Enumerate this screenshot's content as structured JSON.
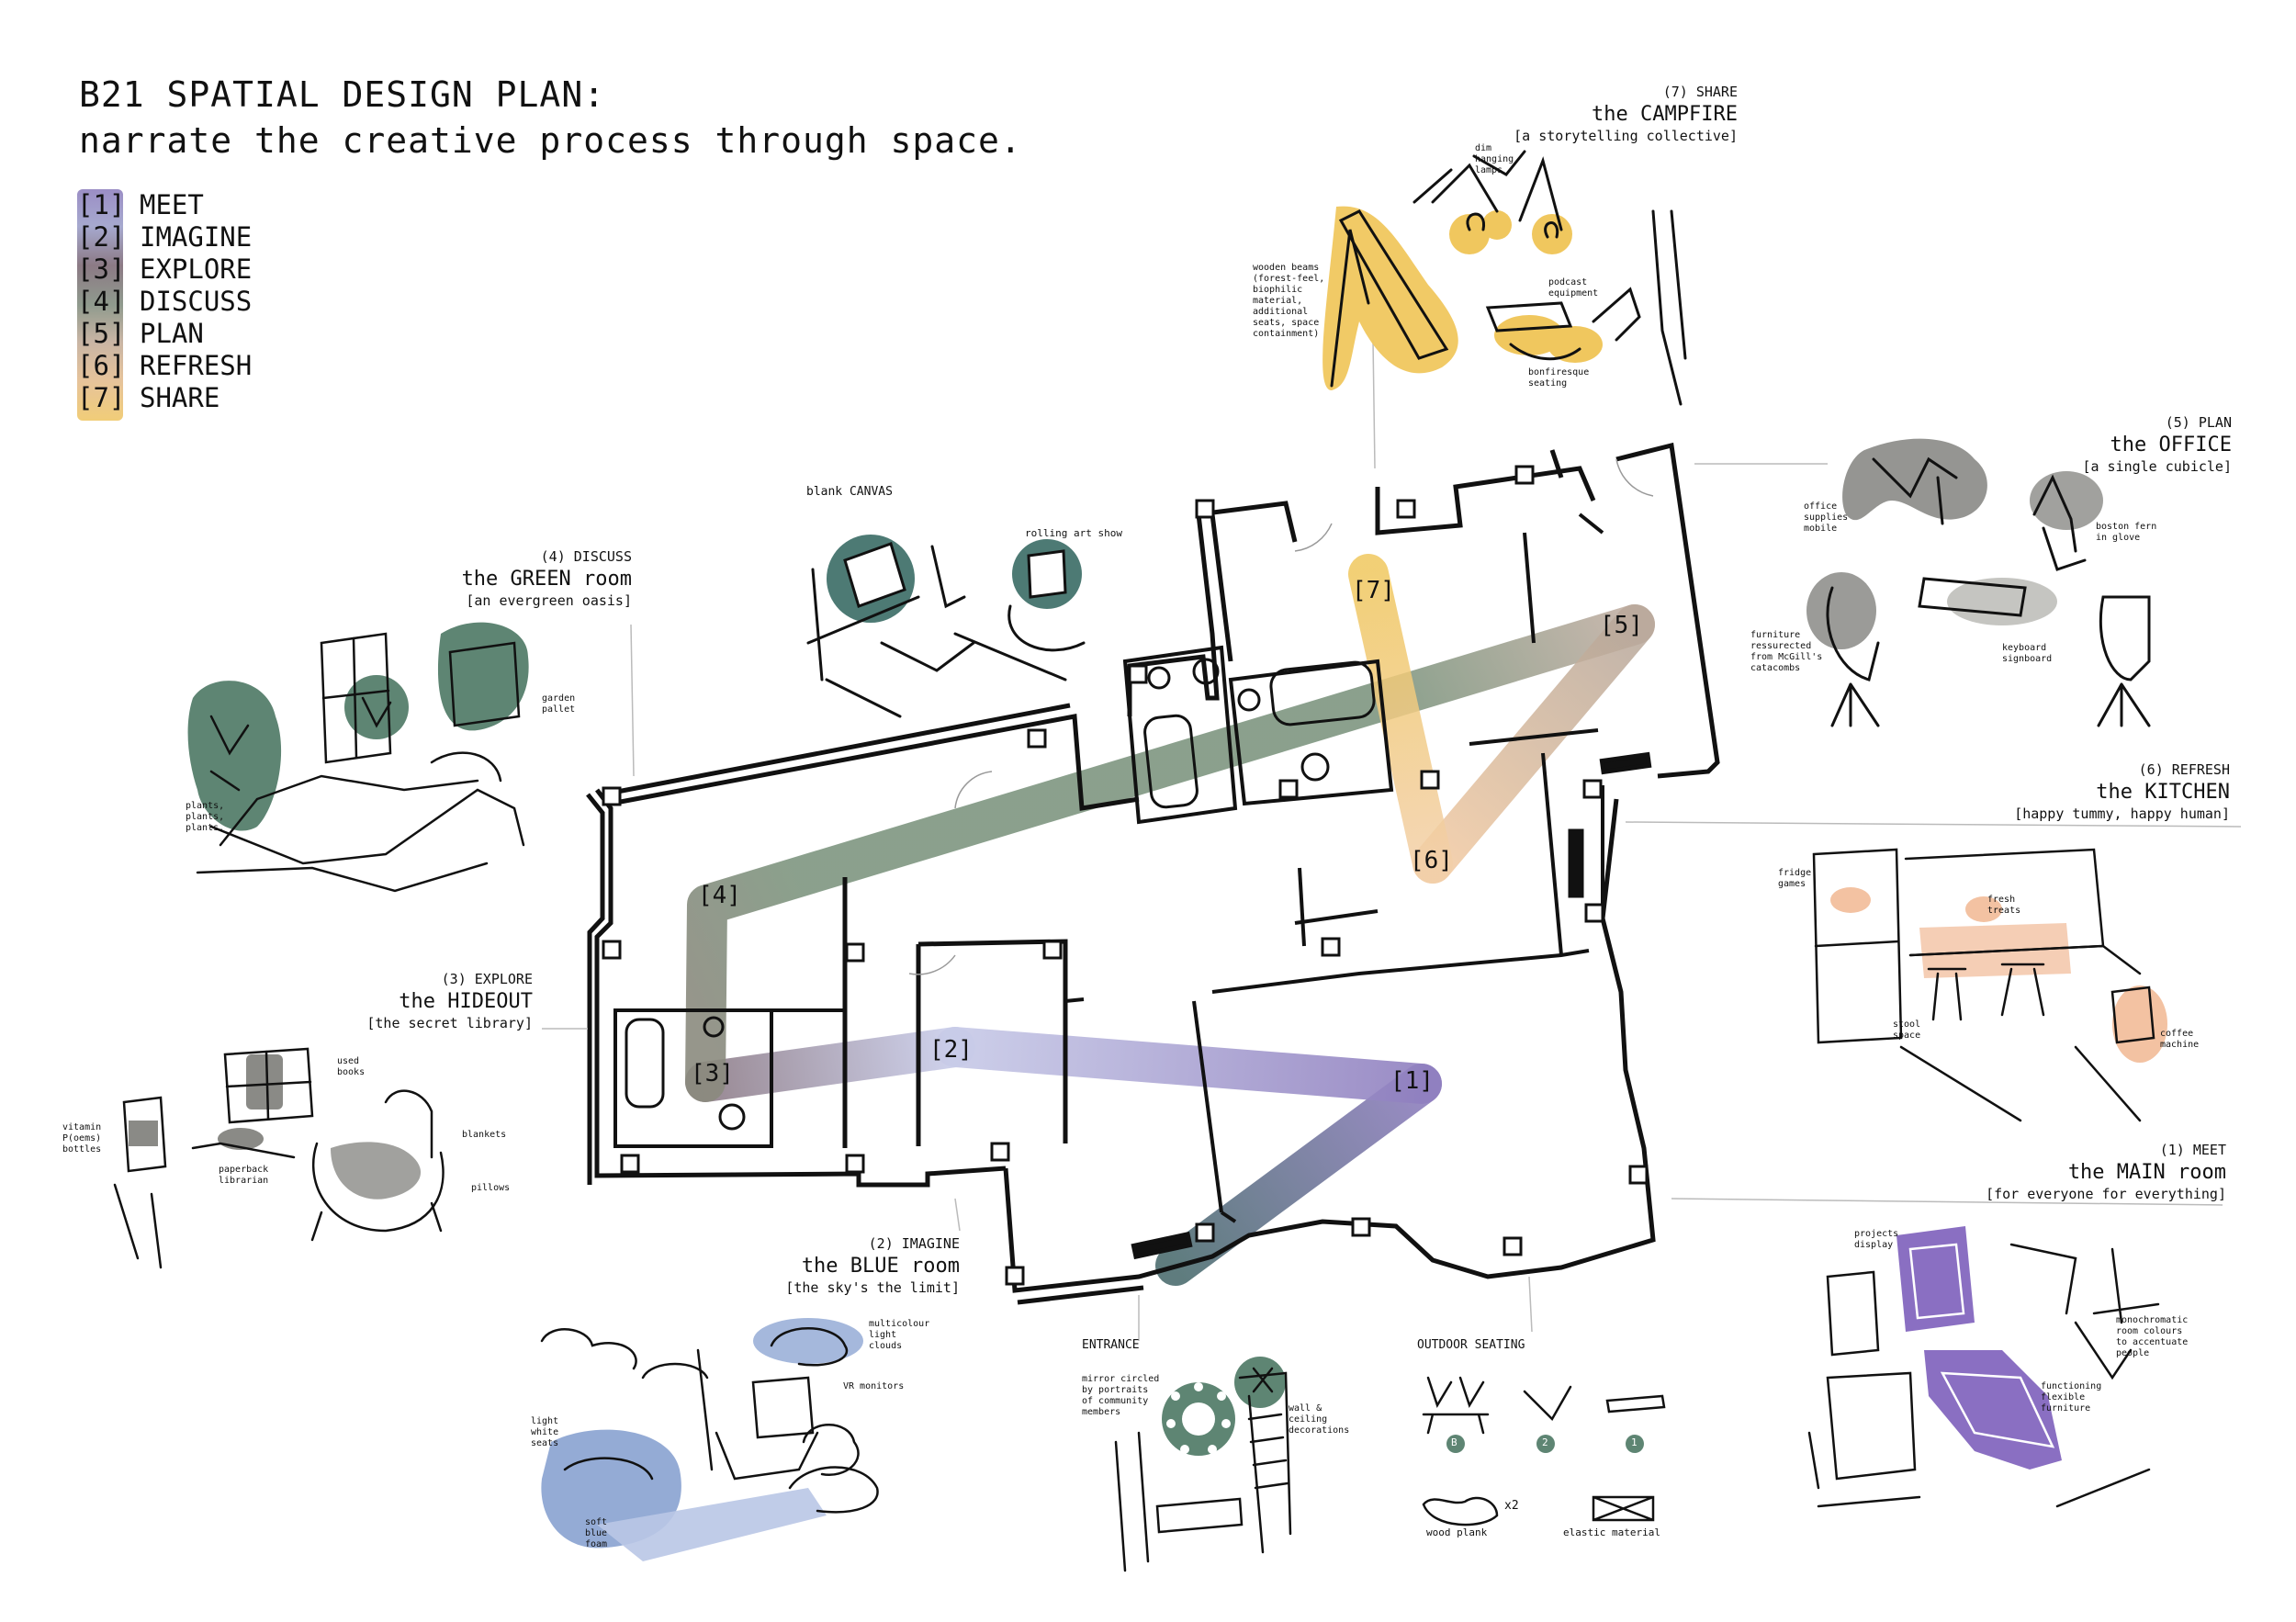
{
  "title": {
    "line1": "B21 SPATIAL DESIGN PLAN:",
    "line2": "narrate the creative process through space."
  },
  "legend": [
    {
      "num": "[1]",
      "label": "MEET",
      "color": "#9b8ec5"
    },
    {
      "num": "[2]",
      "label": "IMAGINE",
      "color": "#a6a9cf"
    },
    {
      "num": "[3]",
      "label": "EXPLORE",
      "color": "#9a8c94"
    },
    {
      "num": "[4]",
      "label": "DISCUSS",
      "color": "#8f9a8d"
    },
    {
      "num": "[5]",
      "label": "PLAN",
      "color": "#c9b5a4"
    },
    {
      "num": "[6]",
      "label": "REFRESH",
      "color": "#e6c39a"
    },
    {
      "num": "[7]",
      "label": "SHARE",
      "color": "#f1cd78"
    }
  ],
  "rooms": {
    "share": {
      "step": "(7) SHARE",
      "name": "the CAMPFIRE",
      "tagline": "[a storytelling collective]"
    },
    "plan": {
      "step": "(5) PLAN",
      "name": "the OFFICE",
      "tagline": "[a single cubicle]"
    },
    "discuss": {
      "step": "(4) DISCUSS",
      "name": "the GREEN room",
      "tagline": "[an evergreen oasis]"
    },
    "explore": {
      "step": "(3) EXPLORE",
      "name": "the HIDEOUT",
      "tagline": "[the secret library]"
    },
    "imagine": {
      "step": "(2) IMAGINE",
      "name": "the BLUE room",
      "tagline": "[the sky's the limit]"
    },
    "refresh": {
      "step": "(6) REFRESH",
      "name": "the KITCHEN",
      "tagline": "[happy tummy, happy human]"
    },
    "meet": {
      "step": "(1) MEET",
      "name": "the MAIN room",
      "tagline": "[for everyone for everything]"
    }
  },
  "captions": {
    "canvas": "blank CANVAS",
    "rolling": "rolling art show",
    "entrance": "ENTRANCE",
    "outdoor": "OUTDOOR SEATING",
    "wood_plank": "wood plank",
    "elastic": "elastic material",
    "x2": "x2",
    "seat_b": "B",
    "seat_2": "2",
    "seat_1": "1"
  },
  "notes": {
    "lamps": "dim\nhanging\nlamps",
    "beams": "wooden beams\n(forest-feel,\nbiophilic\nmaterial,\nadditional\nseats, space\ncontainment)",
    "podcast": "podcast\nequipment",
    "bonfire": "bonfiresque\nseating",
    "office_supplies": "office\nsupplies\nmobile",
    "fern": "boston fern\nin glove",
    "furniture": "furniture\nressurected\nfrom McGill's\ncatacombs",
    "keyboard": "keyboard\nsignboard",
    "garden": "garden\npallet",
    "plants": "plants,\nplants,\nplants.",
    "fridge": "fridge\ngames",
    "treats": "fresh\ntreats",
    "stool": "stool\nspace",
    "coffee": "coffee\nmachine",
    "books": "used\nbooks",
    "vitamin": "vitamin\nP(oems)\nbottles",
    "blankets": "blankets",
    "pillows": "pillows",
    "librarian": "paperback\nlibrarian",
    "projects": "projects\ndisplay",
    "mono": "monochromatic\nroom colours\nto accentuate\npeople",
    "flexible": "functioning\nflexible\nfurniture",
    "clouds": "multicolour\nlight\nclouds",
    "vr": "VR monitors",
    "white_seats": "light\nwhite\nseats",
    "foam": "soft\nblue\nfoam",
    "mirror": "mirror circled\nby portraits\nof community\nmembers",
    "wall": "wall &\nceiling\ndecorations"
  },
  "plan_labels": {
    "s1": "[1]",
    "s2": "[2]",
    "s3": "[3]",
    "s4": "[4]",
    "s5": "[5]",
    "s6": "[6]",
    "s7": "[7]"
  },
  "colors": {
    "meet": "#8f7fbf",
    "imagine": "#b9bde0",
    "explore": "#8c7a85",
    "discuss": "#7e9680",
    "teal": "#4d7a74",
    "plan": "#b9a89a",
    "refresh": "#efc79a",
    "share": "#f0c75e",
    "green_blob": "#5e8573",
    "blue_blob": "#8ea6d3",
    "purple_blob": "#8a6fc2",
    "gray_blob": "#8a8a86",
    "peach_blob": "#f3c2a2"
  }
}
